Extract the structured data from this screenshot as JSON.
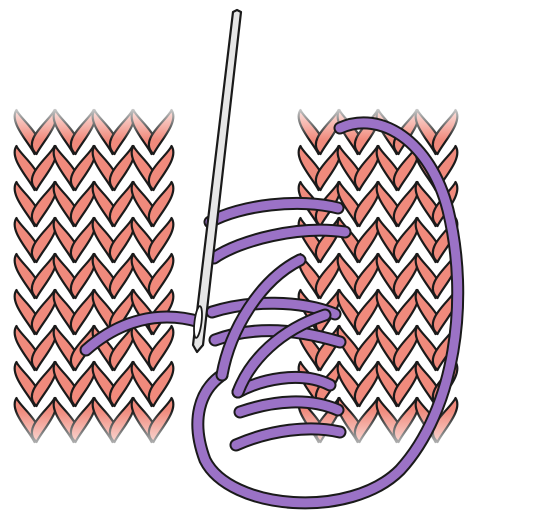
{
  "illustration": {
    "subject": "knitting-mattress-seam",
    "colors": {
      "background": "#ffffff",
      "knit_fabric": "#f08a7c",
      "outline": "#1a1a1a",
      "yarn": "#9b72c6",
      "needle": "#e6e6e6"
    },
    "left_panel": {
      "columns": 4,
      "rows": 9
    },
    "right_panel": {
      "columns": 4,
      "rows": 9
    },
    "seam_passes": 5
  }
}
